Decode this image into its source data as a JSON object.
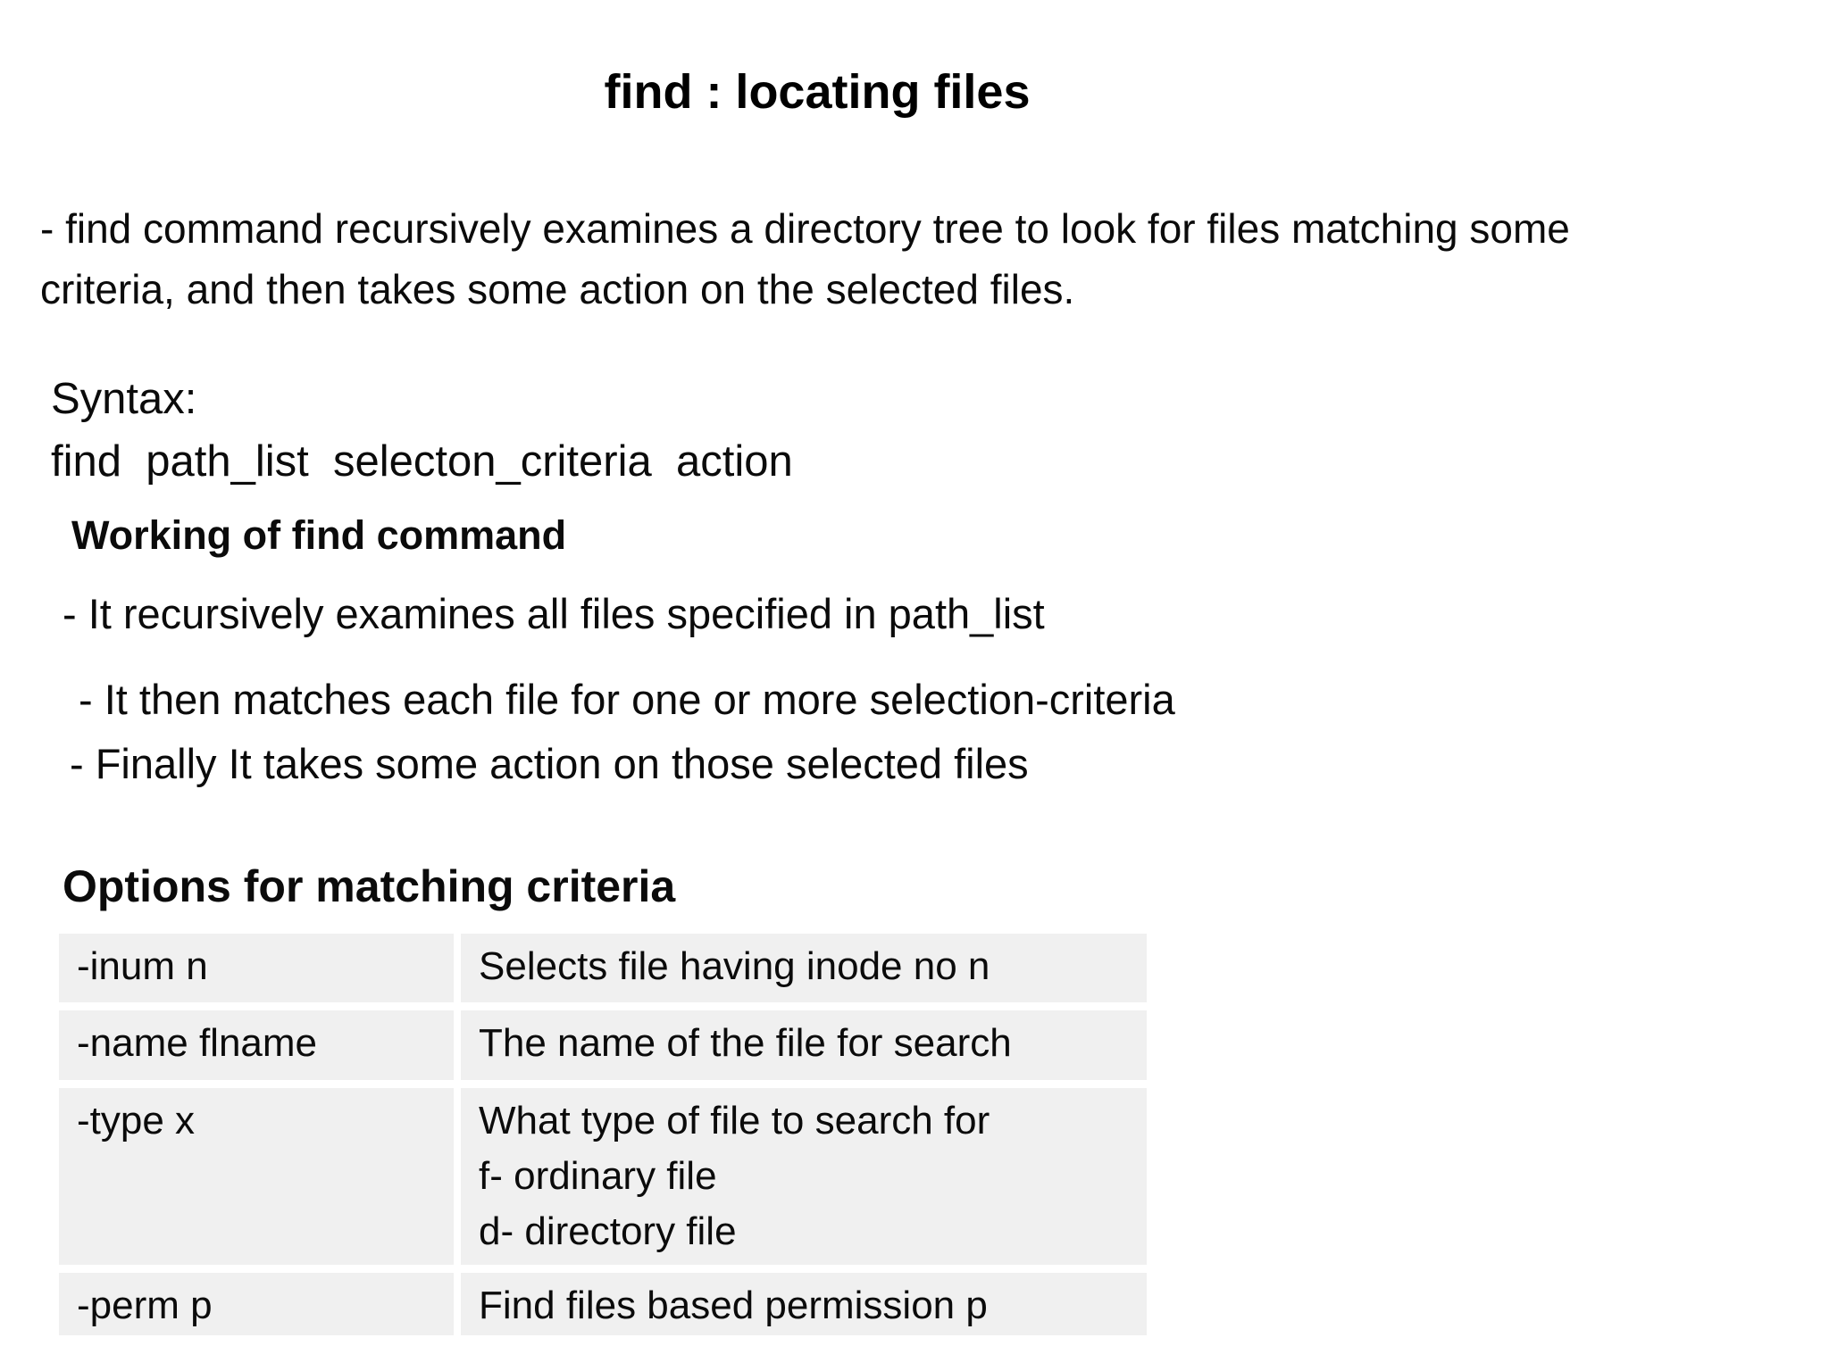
{
  "colors": {
    "page_bg": "#ffffff",
    "text": "#0b0b0b",
    "table_cell_bg": "#f0f0f0"
  },
  "slide": {
    "title": "find : locating files",
    "intro_lines": [
      "- find command recursively examines a directory tree to look for files matching some",
      "criteria, and then takes some action on the selected files."
    ],
    "syntax": {
      "label": "Syntax:",
      "command": "find  path_list  selecton_criteria  action"
    },
    "working": {
      "heading": "Working of find command",
      "point1": "- It recursively examines all files specified in path_list",
      "point2": "- It then matches each file for one or more selection-criteria",
      "point3": "- Finally It takes some action on those selected files"
    },
    "options": {
      "heading": "Options for matching criteria",
      "table": {
        "rows": [
          {
            "option": "-inum n",
            "description": "Selects file having inode no n"
          },
          {
            "option": "-name flname",
            "description": "The name of the file for search"
          },
          {
            "option": "-type x",
            "description": "What type of file to search for\nf- ordinary file\nd- directory file"
          },
          {
            "option": "-perm p",
            "description": "Find files based permission p"
          }
        ]
      }
    }
  }
}
